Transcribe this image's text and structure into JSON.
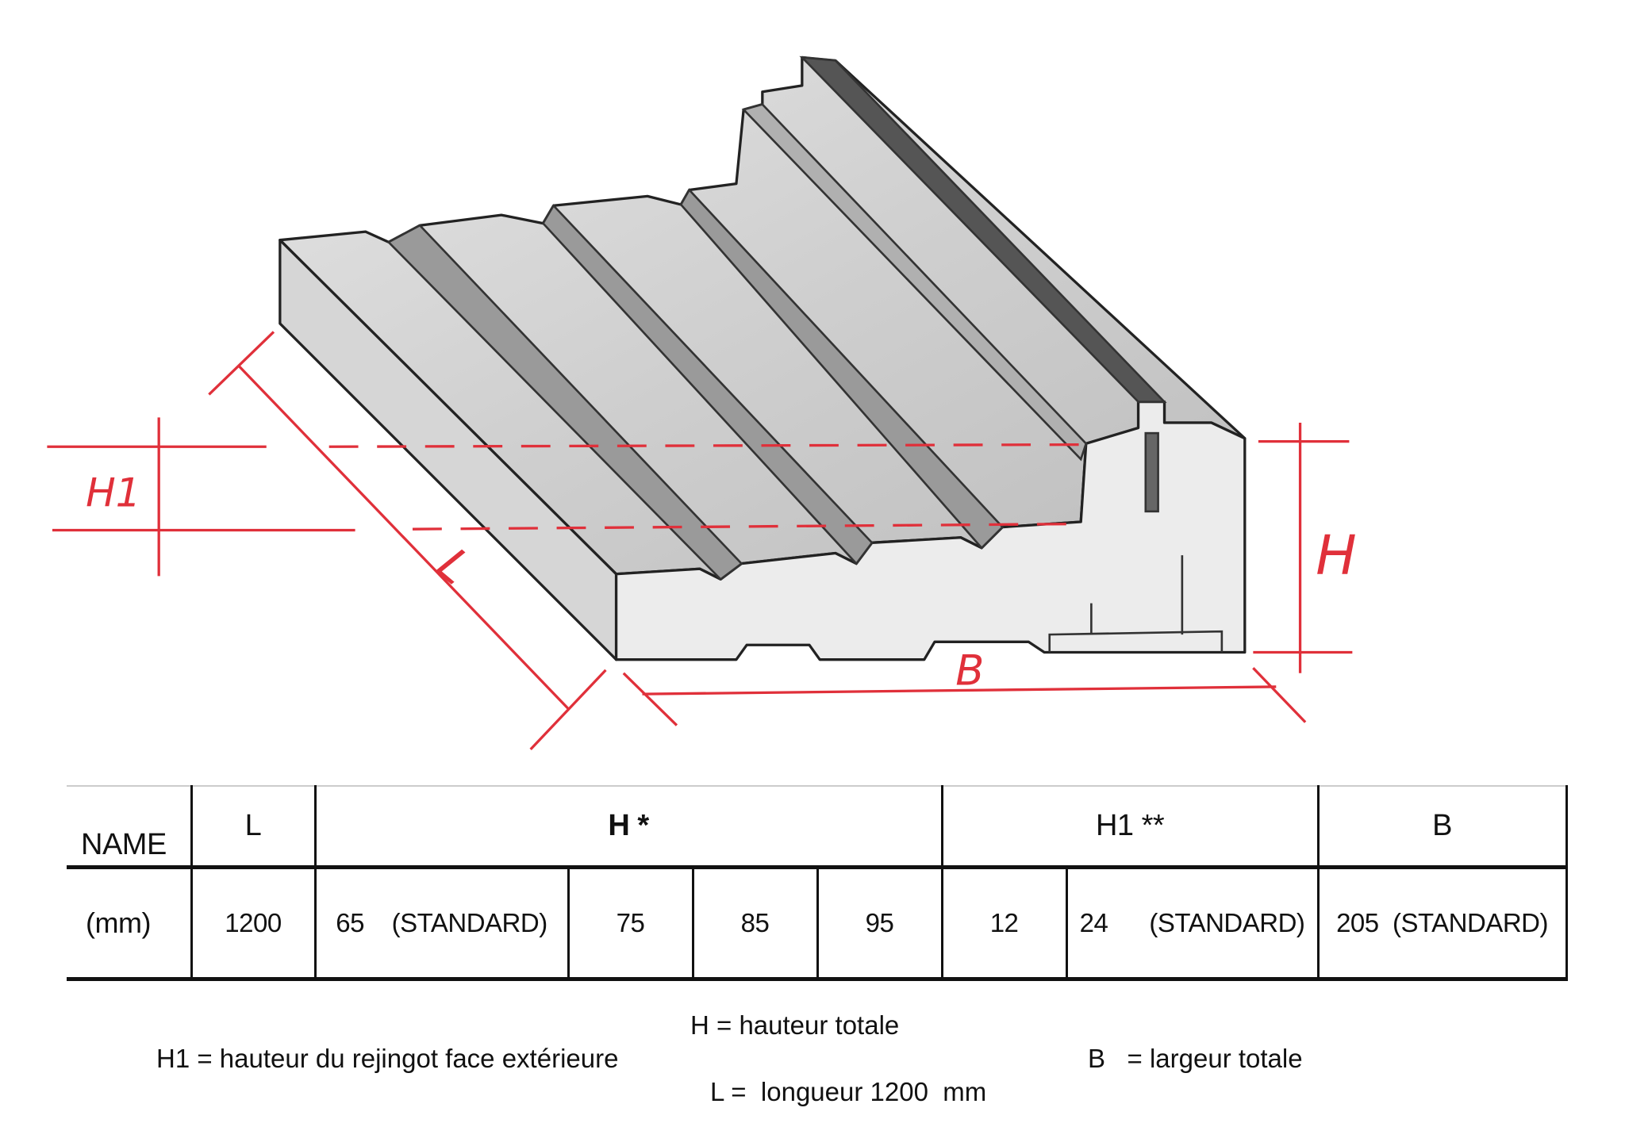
{
  "drawing": {
    "labels": {
      "h1": "H1",
      "l": "L",
      "b": "B",
      "h": "H"
    },
    "colors": {
      "dimension": "#e0303a",
      "outline": "#222222",
      "shading": "#c8c8c8"
    }
  },
  "table": {
    "header": {
      "name": "NAME",
      "l": "L",
      "h": "H *",
      "h1": "H1 **",
      "b": "B"
    },
    "row": {
      "unit": "(mm)",
      "l": "1200",
      "h": [
        "65    (STANDARD)",
        "75",
        "85",
        "95"
      ],
      "h1": [
        "12",
        "24      (STANDARD)"
      ],
      "b": "205  (STANDARD)"
    }
  },
  "legend": {
    "h": "H = hauteur totale",
    "h1": "H1 = hauteur du rejingot face extérieure",
    "b": "B   = largeur totale",
    "l": "L =  longueur 1200  mm"
  }
}
